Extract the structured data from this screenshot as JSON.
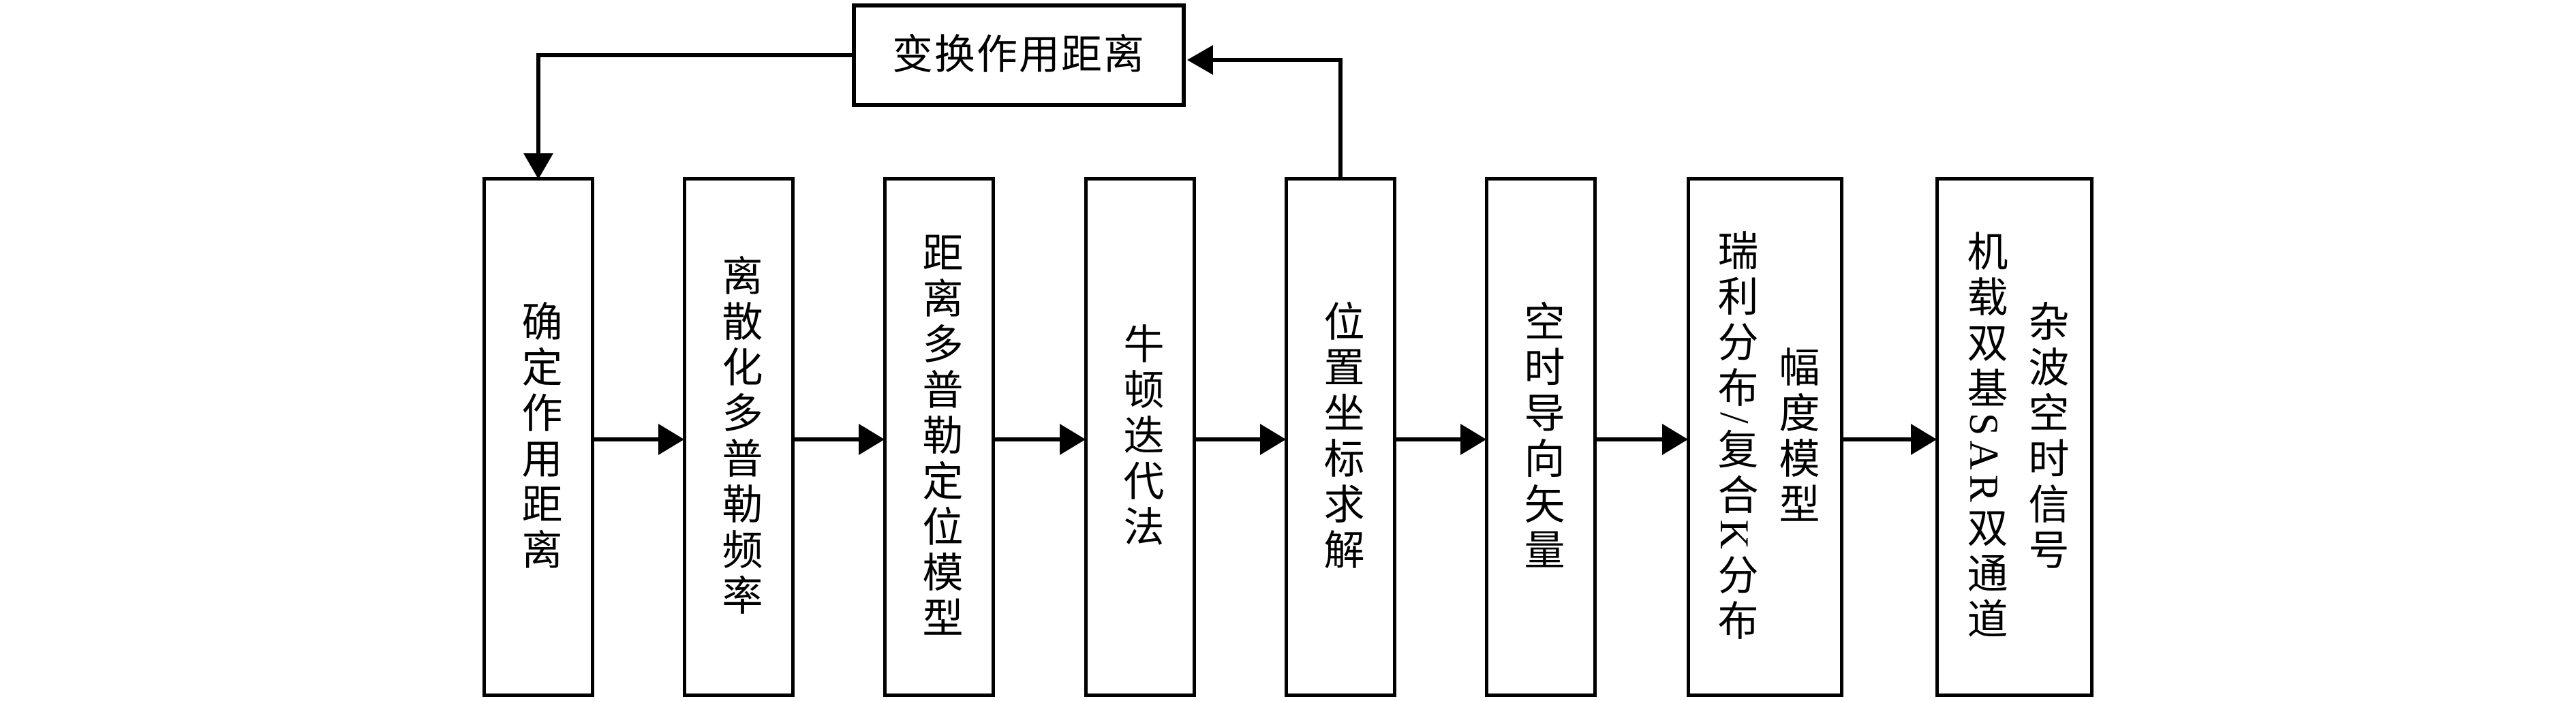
{
  "diagram": {
    "type": "flowchart",
    "background_color": "#ffffff",
    "line_color": "#000000",
    "top_box": {
      "id": "transform-range",
      "label": "变换作用距离"
    },
    "boxes": [
      {
        "id": "determine-range",
        "label": "确定作用距离"
      },
      {
        "id": "discretize-doppler-frequency",
        "label": "离散化多普勒频率"
      },
      {
        "id": "range-doppler-location-model",
        "label": "距离多普勒定位模型"
      },
      {
        "id": "newton-iteration",
        "label": "牛顿迭代法"
      },
      {
        "id": "position-coordinate-solve",
        "label": "位置坐标求解"
      },
      {
        "id": "space-time-steering-vector",
        "label": "空时导向矢量"
      },
      {
        "id": "amplitude-model",
        "label": "幅度模型\n瑞利分布/复合K分布"
      },
      {
        "id": "clutter-space-time-signal",
        "label": "杂波空时信号\n机载双基SAR双通道"
      }
    ],
    "edges": [
      {
        "from": "determine-range",
        "to": "discretize-doppler-frequency",
        "style": "arrow-right"
      },
      {
        "from": "discretize-doppler-frequency",
        "to": "range-doppler-location-model",
        "style": "arrow-right"
      },
      {
        "from": "range-doppler-location-model",
        "to": "newton-iteration",
        "style": "arrow-right"
      },
      {
        "from": "newton-iteration",
        "to": "position-coordinate-solve",
        "style": "arrow-right"
      },
      {
        "from": "position-coordinate-solve",
        "to": "space-time-steering-vector",
        "style": "arrow-right"
      },
      {
        "from": "space-time-steering-vector",
        "to": "amplitude-model",
        "style": "arrow-right"
      },
      {
        "from": "amplitude-model",
        "to": "clutter-space-time-signal",
        "style": "arrow-right"
      },
      {
        "from": "position-coordinate-solve",
        "to": "transform-range",
        "style": "feedback-up-left"
      },
      {
        "from": "transform-range",
        "to": "determine-range",
        "style": "feedback-left-down"
      }
    ]
  }
}
